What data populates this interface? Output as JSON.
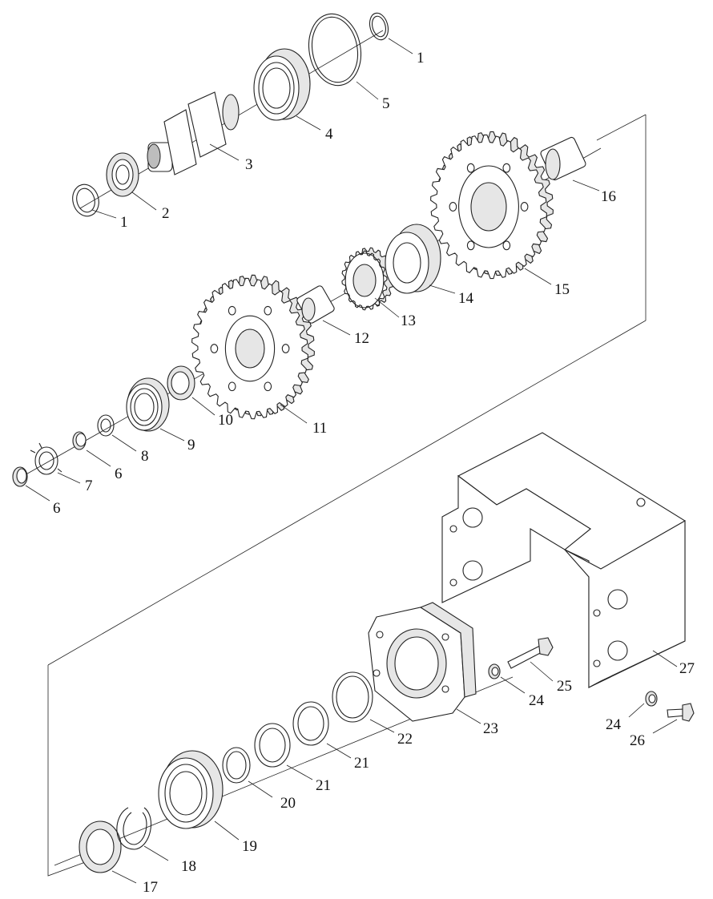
{
  "diagram": {
    "callouts": [
      {
        "id": "c1a",
        "label": "1"
      },
      {
        "id": "c1b",
        "label": "1"
      },
      {
        "id": "c2",
        "label": "2"
      },
      {
        "id": "c3",
        "label": "3"
      },
      {
        "id": "c4",
        "label": "4"
      },
      {
        "id": "c5",
        "label": "5"
      },
      {
        "id": "c6a",
        "label": "6"
      },
      {
        "id": "c6b",
        "label": "6"
      },
      {
        "id": "c7",
        "label": "7"
      },
      {
        "id": "c8",
        "label": "8"
      },
      {
        "id": "c9",
        "label": "9"
      },
      {
        "id": "c10",
        "label": "10"
      },
      {
        "id": "c11",
        "label": "11"
      },
      {
        "id": "c12",
        "label": "12"
      },
      {
        "id": "c13",
        "label": "13"
      },
      {
        "id": "c14",
        "label": "14"
      },
      {
        "id": "c15",
        "label": "15"
      },
      {
        "id": "c16",
        "label": "16"
      },
      {
        "id": "c17",
        "label": "17"
      },
      {
        "id": "c18",
        "label": "18"
      },
      {
        "id": "c19",
        "label": "19"
      },
      {
        "id": "c20",
        "label": "20"
      },
      {
        "id": "c21a",
        "label": "21"
      },
      {
        "id": "c21b",
        "label": "21"
      },
      {
        "id": "c22",
        "label": "22"
      },
      {
        "id": "c23",
        "label": "23"
      },
      {
        "id": "c24a",
        "label": "24"
      },
      {
        "id": "c24b",
        "label": "24"
      },
      {
        "id": "c25",
        "label": "25"
      },
      {
        "id": "c26",
        "label": "26"
      },
      {
        "id": "c27",
        "label": "27"
      }
    ]
  }
}
